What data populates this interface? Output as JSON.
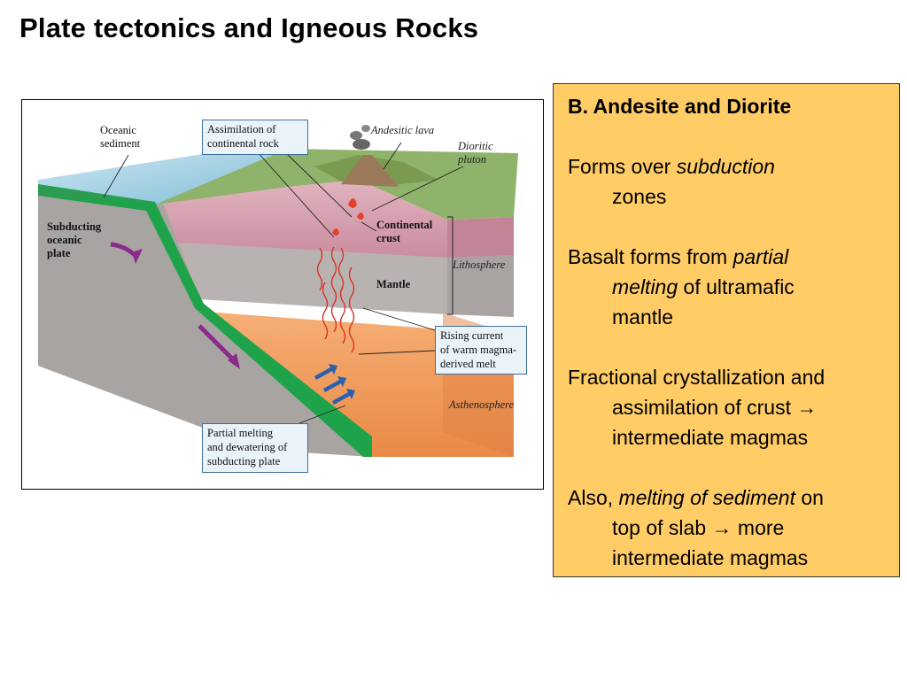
{
  "slide": {
    "title": "Plate tectonics and Igneous Rocks"
  },
  "diagram": {
    "labels": {
      "oceanic_sediment": [
        "Oceanic",
        "sediment"
      ],
      "andesitic_lava": "Andesitic lava",
      "dioritic_pluton": [
        "Dioritic",
        "pluton"
      ],
      "continental_crust": [
        "Continental",
        "crust"
      ],
      "subducting_plate": [
        "Subducting",
        "oceanic",
        "plate"
      ],
      "mantle": "Mantle",
      "lithosphere": "Lithosphere",
      "asthenosphere": "Asthenosphere"
    },
    "callouts": {
      "assimilation": [
        "Assimilation of",
        "continental rock"
      ],
      "rising_current": [
        "Rising current",
        "of warm magma-",
        "derived melt"
      ],
      "partial_melting": [
        "Partial melting",
        "and dewatering of",
        "subducting plate"
      ]
    }
  },
  "textbox": {
    "heading": "B. Andesite and Diorite",
    "p1": {
      "a": "Forms over ",
      "b": "subduction",
      "c": "zones"
    },
    "p2": {
      "a": "Basalt forms from ",
      "b": "partial",
      "c": "melting",
      "d": " of ultramafic",
      "e": "mantle"
    },
    "p3": {
      "a": "Fractional crystallization and",
      "b": "assimilation of crust →",
      "c": "intermediate magmas"
    },
    "p4": {
      "a": "Also, ",
      "b": "melting of sediment",
      "c": " on",
      "d": "top of slab → more",
      "e": "intermediate magmas"
    }
  }
}
